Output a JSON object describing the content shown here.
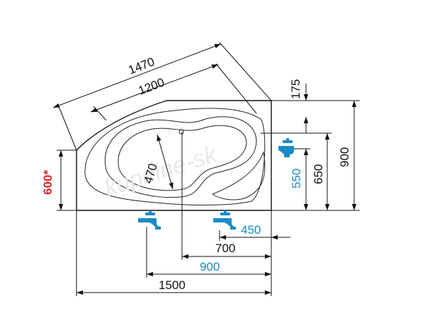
{
  "dimensions": {
    "diag_outer": "1470",
    "diag_inner": "1200",
    "top_offset": "175",
    "height_total": "900",
    "height_650": "650",
    "height_550": "550",
    "inner_470": "470",
    "left_height": "600",
    "left_mark": "*",
    "width_450": "450",
    "width_700": "700",
    "width_900": "900",
    "width_1500": "1500"
  },
  "watermark": "kupelne-sk",
  "colors": {
    "ink": "#111111",
    "blue": "#1a8ac6",
    "red": "#e0242a"
  },
  "icons": [
    "faucet-icon",
    "faucet-icon",
    "faucet-icon"
  ]
}
